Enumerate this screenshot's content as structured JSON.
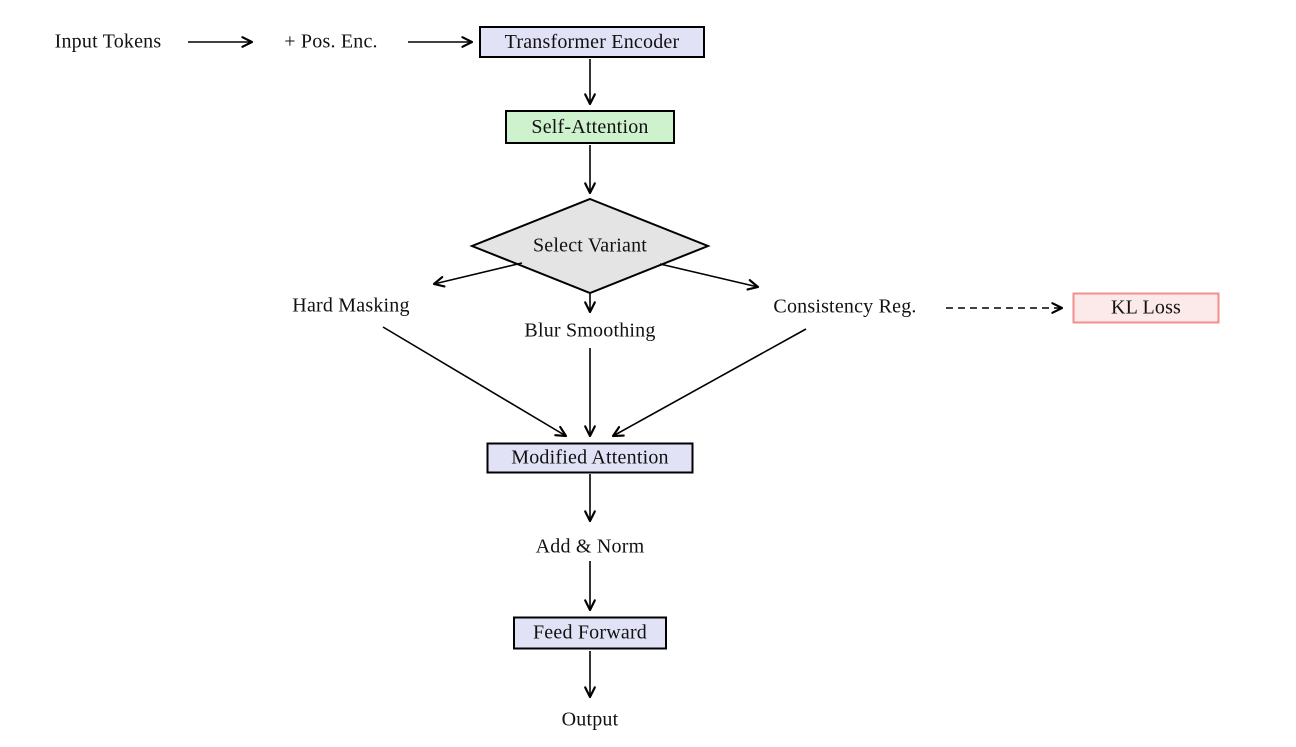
{
  "diagram": {
    "type": "flowchart",
    "nodes": {
      "input_tokens": {
        "label": "Input Tokens",
        "shape": "plain"
      },
      "pos_enc": {
        "label": "+ Pos. Enc.",
        "shape": "plain"
      },
      "transformer_encoder": {
        "label": "Transformer Encoder",
        "shape": "box-lavender"
      },
      "self_attention": {
        "label": "Self-Attention",
        "shape": "box-green"
      },
      "select_variant": {
        "label": "Select Variant",
        "shape": "diamond-gray"
      },
      "hard_masking": {
        "label": "Hard Masking",
        "shape": "plain"
      },
      "blur_smoothing": {
        "label": "Blur Smoothing",
        "shape": "plain"
      },
      "consistency_reg": {
        "label": "Consistency Reg.",
        "shape": "plain"
      },
      "kl_loss": {
        "label": "KL Loss",
        "shape": "box-pink-redborder"
      },
      "modified_attention": {
        "label": "Modified Attention",
        "shape": "box-lavender"
      },
      "add_norm": {
        "label": "Add & Norm",
        "shape": "plain"
      },
      "feed_forward": {
        "label": "Feed Forward",
        "shape": "box-lavender"
      },
      "output": {
        "label": "Output",
        "shape": "plain"
      }
    },
    "edges": [
      {
        "from": "input_tokens",
        "to": "pos_enc",
        "style": "solid-arrow"
      },
      {
        "from": "pos_enc",
        "to": "transformer_encoder",
        "style": "solid-arrow"
      },
      {
        "from": "transformer_encoder",
        "to": "self_attention",
        "style": "solid-arrow"
      },
      {
        "from": "self_attention",
        "to": "select_variant",
        "style": "solid-arrow"
      },
      {
        "from": "select_variant",
        "to": "hard_masking",
        "style": "solid-arrow"
      },
      {
        "from": "select_variant",
        "to": "blur_smoothing",
        "style": "solid-arrow"
      },
      {
        "from": "select_variant",
        "to": "consistency_reg",
        "style": "solid-arrow"
      },
      {
        "from": "hard_masking",
        "to": "modified_attention",
        "style": "solid-arrow"
      },
      {
        "from": "blur_smoothing",
        "to": "modified_attention",
        "style": "solid-arrow"
      },
      {
        "from": "consistency_reg",
        "to": "modified_attention",
        "style": "solid-arrow"
      },
      {
        "from": "consistency_reg",
        "to": "kl_loss",
        "style": "dashed-arrow"
      },
      {
        "from": "modified_attention",
        "to": "add_norm",
        "style": "solid-arrow"
      },
      {
        "from": "add_norm",
        "to": "feed_forward",
        "style": "solid-arrow"
      },
      {
        "from": "feed_forward",
        "to": "output",
        "style": "solid-arrow"
      }
    ],
    "colors": {
      "box_fill_lavender": "#E2E2F7",
      "box_fill_green": "#CDF2CD",
      "diamond_fill": "#E4E4E4",
      "kl_fill": "#FCE9E9",
      "kl_border": "#F38E8E",
      "edge": "#000000"
    }
  }
}
